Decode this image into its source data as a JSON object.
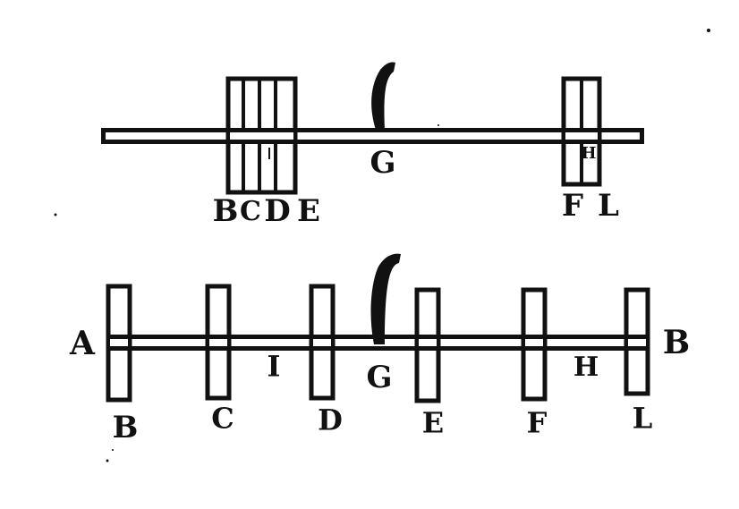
{
  "ink_color": "#111111",
  "paper_color": "#ffffff",
  "top_figure": {
    "labels": {
      "B": "B",
      "C": "C",
      "D": "D",
      "E": "E",
      "G": "G",
      "F": "F",
      "L": "L",
      "H": "H"
    }
  },
  "bottom_figure": {
    "labels": {
      "A": "A",
      "B_end": "B",
      "B": "B",
      "C": "C",
      "D": "D",
      "E": "E",
      "F": "F",
      "L": "L",
      "I": "I",
      "G": "G",
      "H": "H"
    }
  }
}
